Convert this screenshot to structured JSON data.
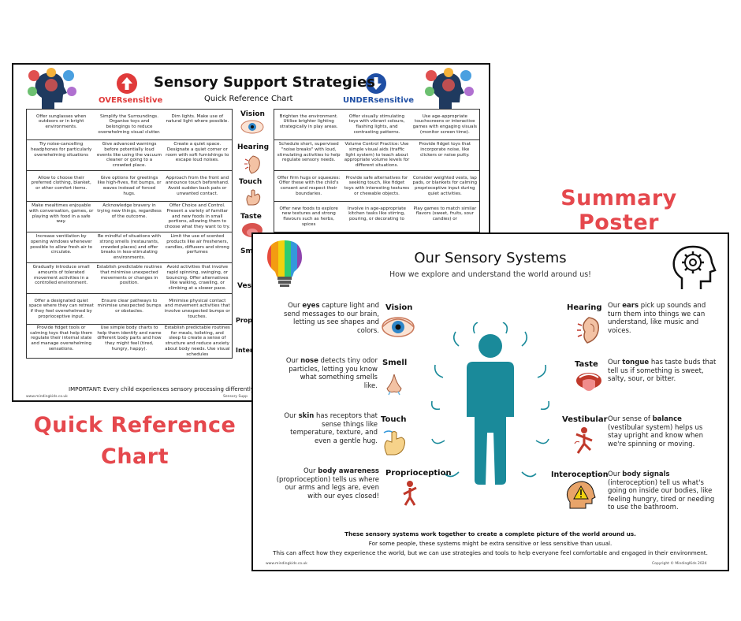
{
  "quick_chart": {
    "title": "Sensory Support Strategies",
    "subtitle": "Quick Reference Chart",
    "over_label": "OVERsensitive",
    "under_label": "UNDERsensitive",
    "rows": [
      {
        "sense": "Vision",
        "over": [
          "Offer sunglasses when outdoors or in bright environments.",
          "Simplify the Surroundings. Organise toys and belongings to reduce overwhelming visual clutter.",
          "Dim lights. Make use of natural light where possible."
        ],
        "under": [
          "Brighten the environment. Utilise brighter lighting strategically in play areas.",
          "Offer visually stimulating toys with vibrant colours, flashing lights, and contrasting patterns.",
          "Use age-appropriate touchscreens or interactive games with engaging visuals (monitor screen time)."
        ]
      },
      {
        "sense": "Hearing",
        "over": [
          "Try noise-cancelling headphones for particularly overwhelming situations",
          "Give advanced warnings before potentially loud events like using the vacuum cleaner or going to a crowded place.",
          "Create a quiet space. Designate a quiet corner or room with soft furnishings to escape loud noises."
        ],
        "under": [
          "Schedule short, supervised \"noise breaks\" with loud, stimulating activities to help regulate sensory needs.",
          "Volume Control Practice: Use simple visual aids (traffic light system) to teach about appropriate volume levels for different situations.",
          "Provide fidget toys that incorporate noise, like clickers or noise putty."
        ]
      },
      {
        "sense": "Touch",
        "over": [
          "Allow to choose their preferred clothing, blanket, or other comfort items.",
          "Give options for greetings like high-fives, fist bumps, or waves instead of forced hugs.",
          "Approach from the front and announce touch beforehand. Avoid sudden back pats or unwanted contact."
        ],
        "under": [
          "Offer firm hugs or squeezes: Offer these with the child's consent and respect their boundaries.",
          "Provide safe alternatives for seeking touch, like fidget toys with interesting textures or chewable objects.",
          "Consider weighted vests, lap pads, or blankets for calming proprioceptive input during quiet activities."
        ]
      },
      {
        "sense": "Taste",
        "over": [
          "Make mealtimes enjoyable with conversation, games, or playing with food in a safe way.",
          "Acknowledge bravery in trying new things, regardless of the outcome.",
          "Offer Choice and Control. Present a variety of familiar and new foods in small portions, allowing them to choose what they want to try."
        ],
        "under": [
          "Offer new foods to explore new textures and strong flavours such as herbs, spices",
          "Involve in age-appropriate kitchen tasks like stirring, pouring, or decorating to",
          "Play games to match similar flavors (sweet, fruits, sour candies) or"
        ]
      },
      {
        "sense": "Smell",
        "over": [
          "Increase ventilation by opening windows whenever possible to allow fresh air to circulate.",
          "Be mindful of situations with strong smells (restaurants, crowded places) and offer breaks in less-stimulating environments.",
          "Limit the use of scented products like air fresheners, candles, diffusers and strong perfumes"
        ],
        "under": [
          "",
          "",
          ""
        ]
      },
      {
        "sense": "Vestibular",
        "over": [
          "Gradually introduce small amounts of tolerated movement activities in a controlled environment.",
          "Establish predictable routines that minimise unexpected movements or changes in position.",
          "Avoid activities that involve rapid spinning, swinging, or bouncing. Offer alternatives like walking, crawling, or climbing at a slower pace."
        ],
        "under": [
          "",
          "",
          ""
        ]
      },
      {
        "sense": "Proprioception",
        "over": [
          "Offer a designated quiet space where they can retreat if they feel overwhelmed by proprioceptive input.",
          "Ensure clear pathways to minimise unexpected bumps or obstacles.",
          "Minimise physical contact and movement activities that involve unexpected bumps or touches."
        ],
        "under": [
          "",
          "",
          ""
        ]
      },
      {
        "sense": "Interoception",
        "over": [
          "Provide fidget tools or calming toys that help them regulate their internal state and manage overwhelming sensations.",
          "Use simple body charts to help them identify and name different body parts and how they might feel (tired, hungry, happy).",
          "Establish predictable routines for meals, toileting, and sleep to create a sense of structure and reduce anxiety about body needs. Use visual schedules"
        ],
        "under": [
          "",
          "",
          ""
        ]
      }
    ],
    "important": "IMPORTANT: Every child experiences sensory processing differently. A",
    "footer_left": "www.mindingkids.co.uk",
    "footer_right": "Sensory Supp"
  },
  "poster": {
    "title": "Our Sensory Systems",
    "subtitle": "How we explore and understand the world around us!",
    "senses": {
      "vision": {
        "label": "Vision",
        "pre": "Our ",
        "bold": "eyes",
        "post": " capture light and send messages to our brain, letting us see shapes and colors."
      },
      "smell": {
        "label": "Smell",
        "pre": "Our ",
        "bold": "nose",
        "post": " detects tiny odor particles, letting you know what something smells like."
      },
      "touch": {
        "label": "Touch",
        "pre": "Our ",
        "bold": "skin",
        "post": " has receptors that sense things like temperature, texture, and even a gentle hug."
      },
      "proprioception": {
        "label": "Proprioception",
        "pre": "Our ",
        "bold": "body awareness",
        "post": " (proprioception) tells us where our arms and legs are, even with our eyes closed!"
      },
      "hearing": {
        "label": "Hearing",
        "pre": "Our ",
        "bold": "ears",
        "post": " pick up sounds and turn them into things we can understand, like music and voices."
      },
      "taste": {
        "label": "Taste",
        "pre": "Our ",
        "bold": "tongue",
        "post": " has taste buds that tell us if something is sweet, salty, sour, or bitter."
      },
      "vestibular": {
        "label": "Vestibular",
        "pre": "Our sense of ",
        "bold": "balance",
        "post": " (vestibular system) helps us stay upright and know when we're spinning or moving."
      },
      "interoception": {
        "label": "Interoception",
        "pre": "Our ",
        "bold": "body signals",
        "post": " (interoception) tell us what's going on inside our bodies, like feeling hungry, tired or needing to use the bathroom."
      }
    },
    "bottom_bold": "These sensory systems work together to create a complete picture of the world around us.",
    "bottom_1": "For some people, these systems might be extra sensitive or less sensitive than usual.",
    "bottom_2": "This can affect how they experience the world, but we can use strategies and tools to help everyone feel comfortable and engaged in their environment.",
    "footer_left": "www.mindingkids.co.uk",
    "footer_right": "Copyright © MindingKids 2024"
  },
  "labels": {
    "summary_poster": "Summary Poster",
    "quick_reference_line1": "Quick Reference",
    "quick_reference_line2": "Chart"
  },
  "colors": {
    "accent_red": "#e5484d",
    "under_blue": "#1f4fa5",
    "figure_teal": "#1a8a9a"
  }
}
